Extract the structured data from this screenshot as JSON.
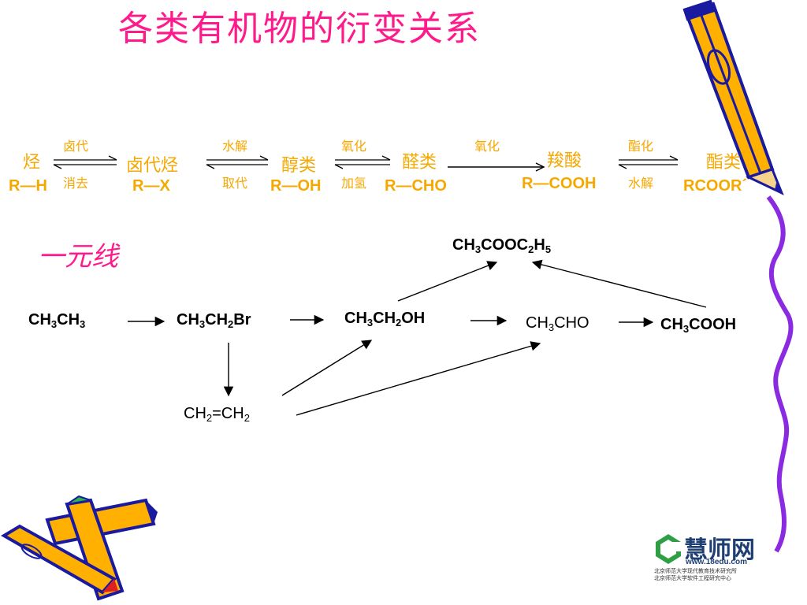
{
  "title": "各类有机物的衍变关系",
  "classes": [
    {
      "name": "烃",
      "formula": "R—H"
    },
    {
      "name": "卤代烃",
      "formula": "R—X"
    },
    {
      "name": "醇类",
      "formula": "R—OH"
    },
    {
      "name": "醛类",
      "formula": "R—CHO"
    },
    {
      "name": "羧酸",
      "formula": "R—COOH"
    },
    {
      "name": "酯类",
      "formula": "RCOOR´"
    }
  ],
  "reactions": [
    {
      "forward": "卤代",
      "backward": "消去"
    },
    {
      "forward": "水解",
      "backward": "取代"
    },
    {
      "forward": "氧化",
      "backward": "加氢"
    },
    {
      "forward": "氧化",
      "backward": ""
    },
    {
      "forward": "酯化",
      "backward": "水解"
    }
  ],
  "subtitle": "一元线",
  "compounds": {
    "ethane": {
      "base": "CH",
      "s1": "3",
      "mid": "CH",
      "s2": "3"
    },
    "bromoethane": {
      "p1": "CH",
      "s1": "3",
      "p2": "CH",
      "s2": "2",
      "p3": "Br"
    },
    "ethanol": {
      "p1": "CH",
      "s1": "3",
      "p2": "CH",
      "s2": "2",
      "p3": "OH"
    },
    "acetaldehyde": {
      "p1": "CH",
      "s1": "3",
      "p2": "CHO"
    },
    "acetic_acid": {
      "p1": "CH",
      "s1": "3",
      "p2": "COOH"
    },
    "ethyl_acetate": {
      "p1": "CH",
      "s1": "3",
      "p2": "COOC",
      "s2": "2",
      "p3": "H",
      "s3": "5"
    },
    "ethylene": {
      "p1": "CH",
      "s1": "2",
      "p2": "=CH",
      "s2": "2"
    }
  },
  "logo": {
    "name": "慧师网",
    "url": "www.18edu.com",
    "line1": "北京师范大学现代教育技术研究所",
    "line2": "北京师范大学软件工程研究中心"
  },
  "colors": {
    "title": "#ff1a8c",
    "accent": "#f5a800",
    "ink": "#000000",
    "pencil_body": "#ffb000",
    "pencil_outline": "#1a1aa0",
    "border_stroke": "#8a2be2"
  },
  "icons": [
    "pencil-icon",
    "pencils-icon",
    "logo-icon"
  ]
}
